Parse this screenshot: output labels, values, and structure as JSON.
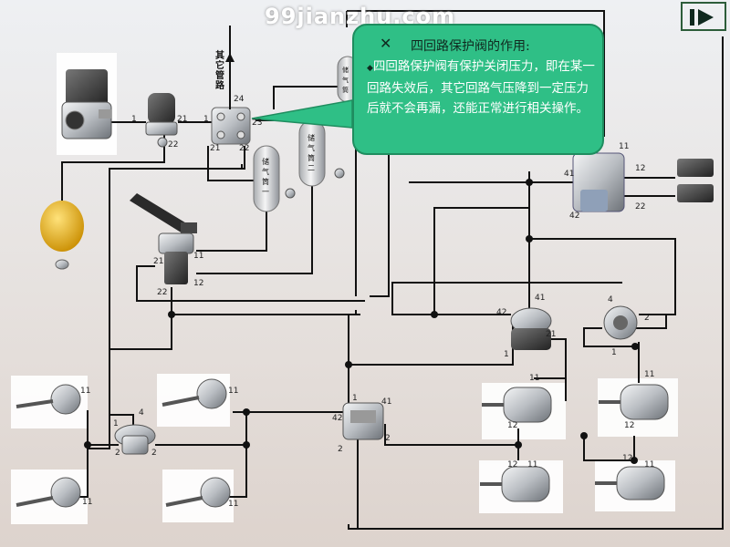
{
  "watermark": "99jianzhu.com",
  "callout": {
    "icon": "tools-icon",
    "title": "四回路保护阀的作用:",
    "bullet": "◆",
    "text": "四回路保护阀有保护关闭压力，即在某一回路失效后，其它回路气压降到一定压力后就不会再漏，还能正常进行相关操作。"
  },
  "other_circuits_label": "其它管路",
  "tank_labels": [
    "储气筒一",
    "储气筒二",
    "储气筒"
  ],
  "port_labels": {
    "dryer_in": "1",
    "dryer_out": "21",
    "dryer_22": "22",
    "pv_1": "1",
    "pv_24": "24",
    "pv_23": "23",
    "pv_21": "21",
    "pv_22": "22",
    "bv_21": "21",
    "bv_11": "11",
    "bv_12": "12",
    "bv_22": "22",
    "trailer_11": "11",
    "trailer_41": "41",
    "trailer_42": "42",
    "trailer_12": "12",
    "trailer_22": "22",
    "relay_42": "42",
    "relay_41": "41",
    "relay_21": "21",
    "relay_1": "1",
    "hand_4": "4",
    "hand_2": "2",
    "hand_1": "1",
    "rv_1": "1",
    "rv_41": "41",
    "rv_42": "42",
    "rv_2": "2",
    "rv_2b": "2",
    "front_4": "4",
    "front_1": "1",
    "front_2a": "2",
    "front_2b": "2",
    "ch_tl": "11",
    "ch_bl": "11",
    "ch_tm": "11",
    "ch_bm": "11",
    "sb_tr1": "11",
    "sb_tr2": "12",
    "sb_br1": "11",
    "sb_br2": "12",
    "sb_tr3": "11",
    "sb_tr4": "12",
    "sb_br3": "11",
    "sb_br4": "12"
  }
}
